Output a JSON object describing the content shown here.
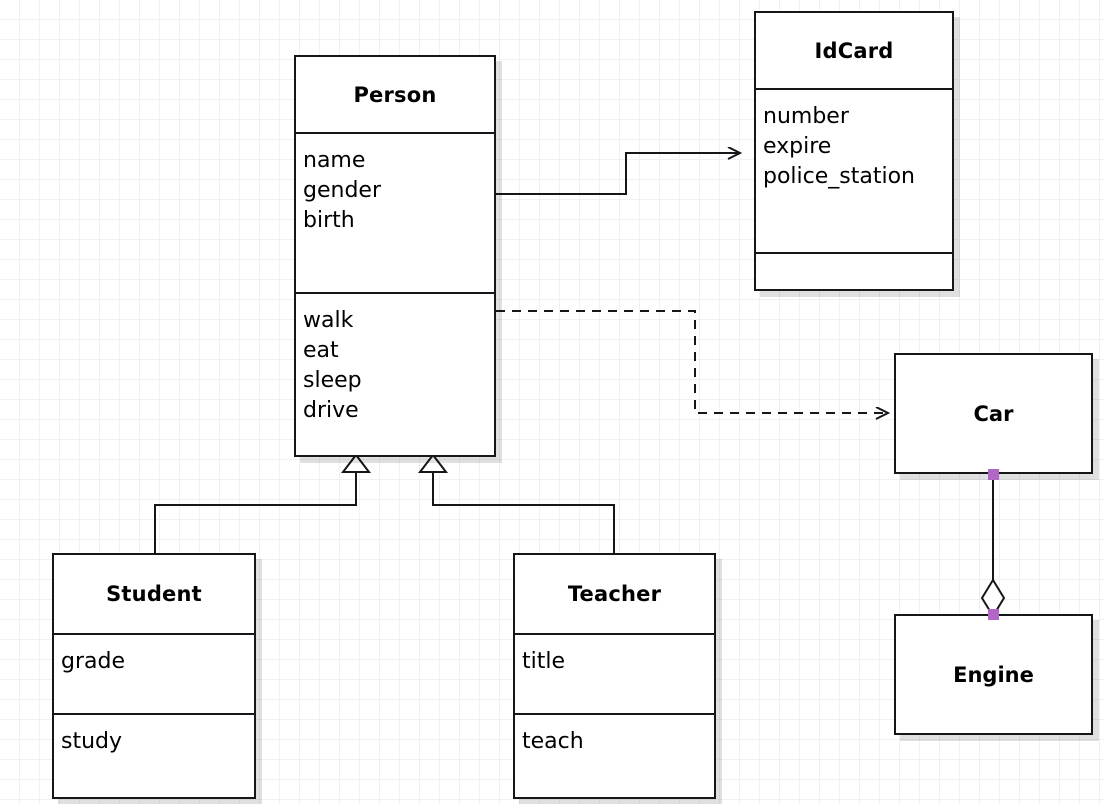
{
  "diagram": {
    "type": "uml-class-diagram",
    "background": "#ffffff",
    "grid_color": "#f1f1f1",
    "line_color": "#15161a",
    "handle_color": "#b266c6"
  },
  "classes": {
    "person": {
      "name": "Person",
      "attributes": [
        "name",
        "gender",
        "birth"
      ],
      "methods": [
        "walk",
        "eat",
        "sleep",
        "drive"
      ]
    },
    "idcard": {
      "name": "IdCard",
      "attributes": [
        "number",
        "expire",
        "police_station"
      ],
      "methods": []
    },
    "student": {
      "name": "Student",
      "attributes": [
        "grade"
      ],
      "methods": [
        "study"
      ]
    },
    "teacher": {
      "name": "Teacher",
      "attributes": [
        "title"
      ],
      "methods": [
        "teach"
      ]
    },
    "car": {
      "name": "Car",
      "attributes": [],
      "methods": []
    },
    "engine": {
      "name": "Engine",
      "attributes": [],
      "methods": []
    }
  },
  "relationships": [
    {
      "id": "person-idcard",
      "kind": "association",
      "from": "Person",
      "to": "IdCard",
      "line": "solid",
      "arrow": "open"
    },
    {
      "id": "person-car",
      "kind": "dependency",
      "from": "Person",
      "to": "Car",
      "line": "dashed",
      "arrow": "open"
    },
    {
      "id": "student-person",
      "kind": "generalization",
      "from": "Student",
      "to": "Person",
      "line": "solid",
      "arrow": "hollow-triangle"
    },
    {
      "id": "teacher-person",
      "kind": "generalization",
      "from": "Teacher",
      "to": "Person",
      "line": "solid",
      "arrow": "hollow-triangle"
    },
    {
      "id": "car-engine",
      "kind": "aggregation",
      "from": "Car",
      "to": "Engine",
      "line": "solid",
      "arrow": "hollow-diamond"
    }
  ]
}
